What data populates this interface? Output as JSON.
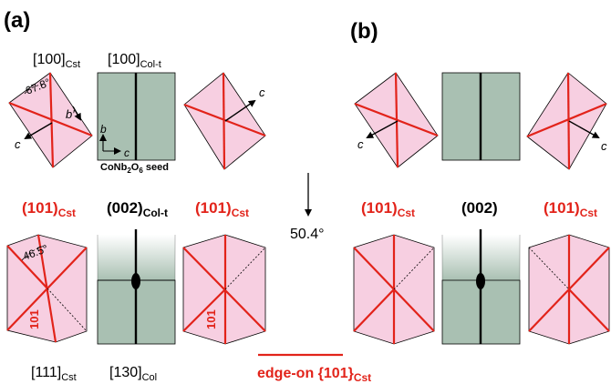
{
  "panel_a": {
    "label": "(a)",
    "top_left_label": {
      "main": "[100]",
      "sub": "Cst"
    },
    "top_mid_label": {
      "main": "[100]",
      "sub": "Col-t"
    },
    "angle_top": "67.8°",
    "vec_b_prime": "b′",
    "vec_c": "c",
    "seed_axis_b": "b",
    "seed_axis_c": "c",
    "seed_label": {
      "p1": "CoNb",
      "s1": "2",
      "p2": "O",
      "s2": "6",
      "p3": " seed"
    },
    "mid_left": {
      "main": "(101)",
      "sub": "Cst"
    },
    "mid_mid": {
      "main": "(002)",
      "sub": "Col-t"
    },
    "mid_right": {
      "main": "(101)",
      "sub": "Cst"
    },
    "angle_bottom": "46.5°",
    "plane_label_left": "101",
    "plane_label_right": "101",
    "bottom_left_label": {
      "main": "[111]",
      "sub": "Cst"
    },
    "bottom_mid_label": {
      "main": "[130]",
      "sub": "Col"
    }
  },
  "center": {
    "rotation": "50.4°"
  },
  "panel_b": {
    "label": "(b)",
    "vec_c_left": "c",
    "vec_c_right": "c",
    "mid_left": {
      "main": "(101)",
      "sub": "Cst"
    },
    "mid_mid": "(002)",
    "mid_right": {
      "main": "(101)",
      "sub": "Cst"
    }
  },
  "legend": {
    "text": "edge-on {101}",
    "sub": "Cst"
  },
  "colors": {
    "pink": "#f7cfe1",
    "green": "#a9c0b2",
    "red": "#e2231a",
    "black": "#000000"
  }
}
